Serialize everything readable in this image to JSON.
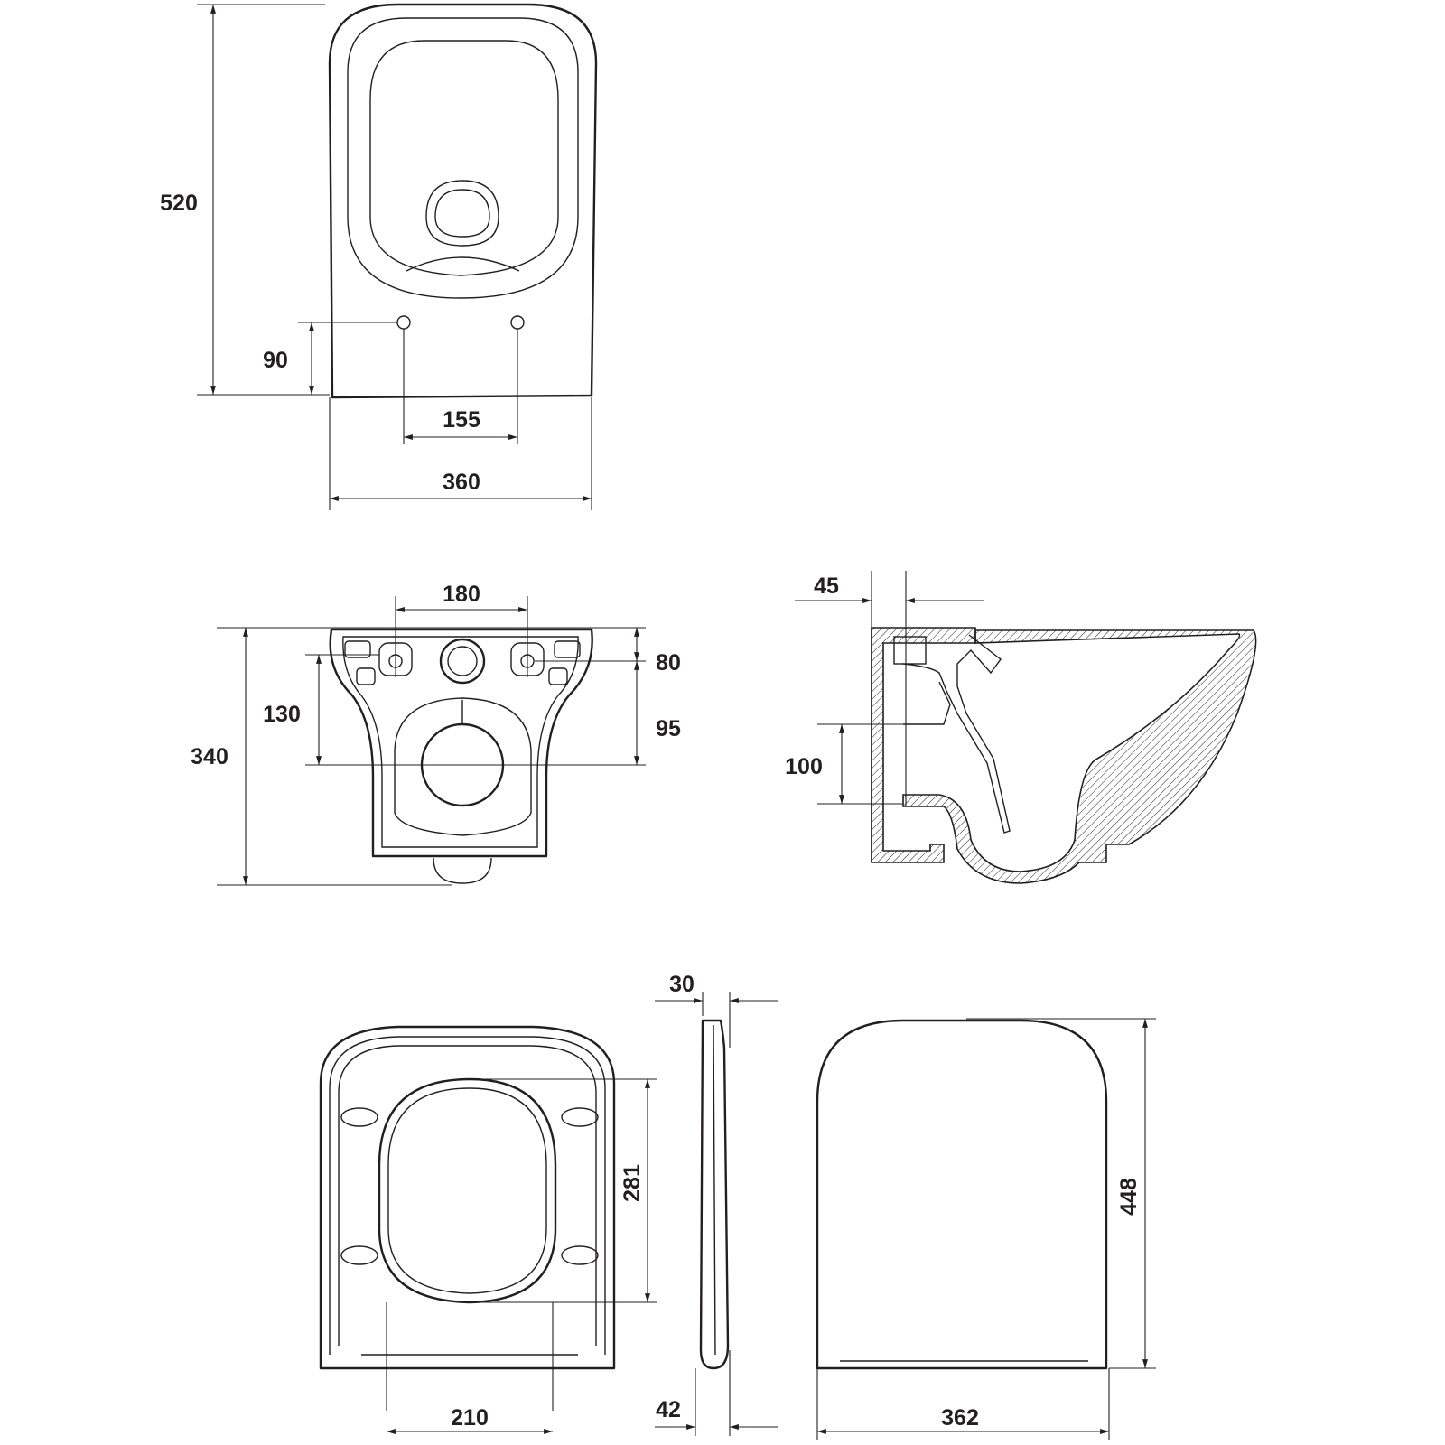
{
  "top_view": {
    "overall_length": "520",
    "hole_offset": "90",
    "hole_spacing": "155",
    "width": "360"
  },
  "back_view": {
    "bolt_spacing": "180",
    "top_to_bolts": "80",
    "bolts_to_outlet": "95",
    "inlet_to_outlet": "130",
    "height": "340"
  },
  "side_view": {
    "wall_offset": "45",
    "outlet_height": "100"
  },
  "seat_view": {
    "opening_length": "281",
    "opening_width": "210",
    "thickness": "30",
    "hinge_thickness": "42"
  },
  "lid_view": {
    "length": "448",
    "width": "362"
  },
  "colors": {
    "line": "#231f20",
    "background": "#ffffff"
  }
}
